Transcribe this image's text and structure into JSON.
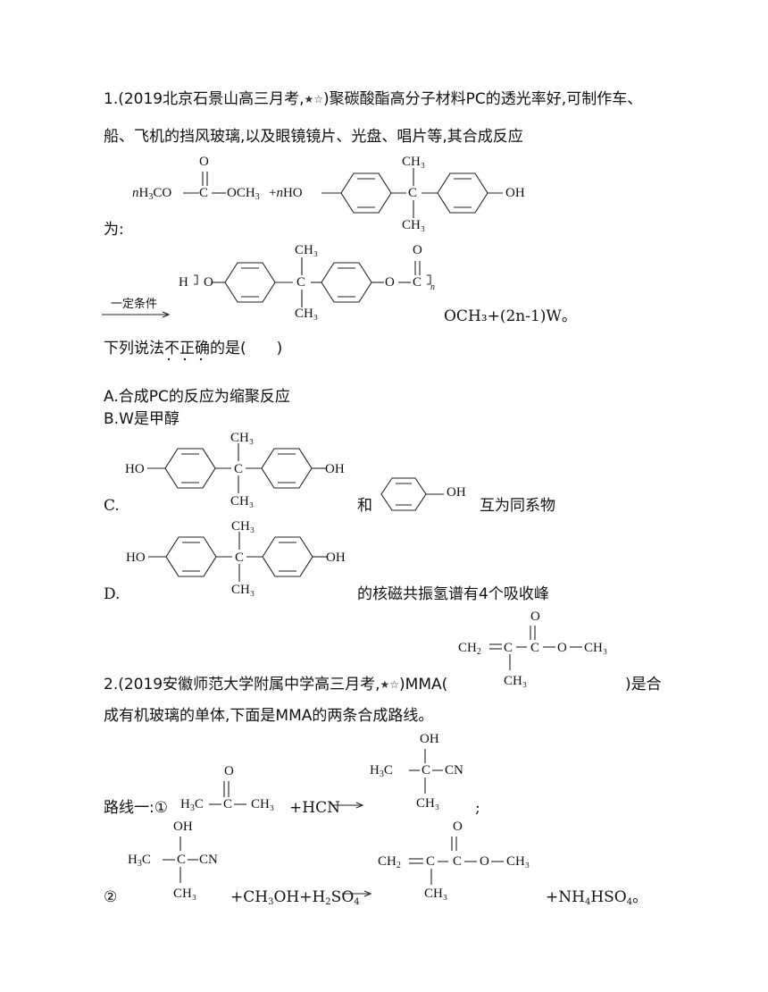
{
  "q1": {
    "line1": "1.(2019北京石景山高三月考,",
    "star": "★☆",
    "line1b": ")聚碳酸酯高分子材料PC的透光率好,可制作车、",
    "line2": "船、飞机的挡风玻璃,以及眼镜镜片、光盘、唱片等,其合成反应",
    "wei": "为:",
    "condition": "一定条件",
    "product_tail": "OCH₃+(2n-1)W。",
    "question_a": "下列说法",
    "question_not": "不正确",
    "question_b": "的是(　　)",
    "optA": "A.合成PC的反应为缩聚反应",
    "optB": "B.W是甲醇",
    "optC": "C.",
    "he": "和",
    "optC_tail": "互为同系物",
    "optD": "D.",
    "optD_tail": "的核磁共振氢谱有4个吸收峰"
  },
  "q2": {
    "line1": "2.(2019安徽师范大学附属中学高三月考,",
    "star": "★☆",
    "line1b": ")MMA(",
    "line1c": ")是合",
    "line2": "成有机玻璃的单体,下面是MMA的两条合成路线。",
    "route1": "路线一:①",
    "hcn": "+HCN",
    "semicolon": ";",
    "step2": "②",
    "reagents": "+CH₃OH+H₂SO₄",
    "byproduct": "+NH₄HSO₄。"
  },
  "chem": {
    "O": "O",
    "OH": "OH",
    "HO": "HO",
    "CH3": "CH₃",
    "C": "C",
    "CN": "CN",
    "H": "H",
    "n": "n",
    "nH3CO": "nH₃CO",
    "OCH3": "OCH₃",
    "plus_nHO": "+nHO",
    "H3C": "H₃C",
    "CH2": "CH₂",
    "O_link": "O"
  }
}
